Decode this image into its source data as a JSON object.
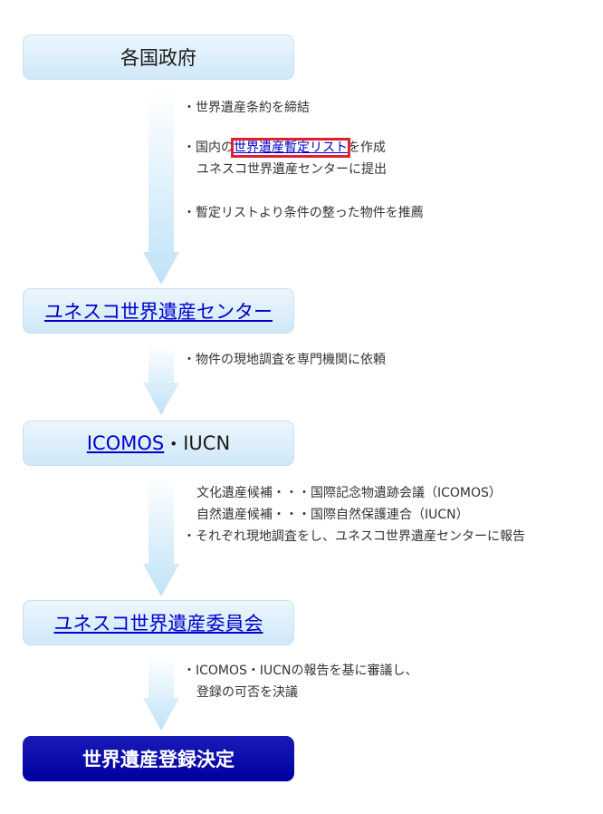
{
  "boxes": {
    "governments": "各国政府",
    "whc": "ユネスコ世界遺産センター",
    "icomos": "ICOMOS",
    "separator": "・",
    "iucn": "IUCN",
    "committee": "ユネスコ世界遺産委員会",
    "decision": "世界遺産登録決定"
  },
  "step1": {
    "line1": "・世界遺産条約を締結",
    "line2_prefix": "・国内の",
    "line2_link": "世界遺産暫定リスト",
    "line2_suffix": "を作成",
    "line3": "ユネスコ世界遺産センターに提出",
    "line4": "・暫定リストより条件の整った物件を推薦"
  },
  "step2": {
    "line1": "・物件の現地調査を専門機関に依頼"
  },
  "step3": {
    "line1": "文化遺産候補・・・国際記念物遺跡会議（ICOMOS）",
    "line2": "自然遺産候補・・・国際自然保護連合（IUCN）",
    "line3": "・それぞれ現地調査をし、ユネスコ世界遺産センターに報告"
  },
  "step4": {
    "line1": "・ICOMOS・IUCNの報告を基に審議し、",
    "line2": "登録の可否を決議"
  },
  "colors": {
    "box_light": "#cfe8f8",
    "box_dark": "#0000a0",
    "arrow": "#cfe8f8",
    "link": "#0000cc",
    "highlight": "#e0202c"
  }
}
